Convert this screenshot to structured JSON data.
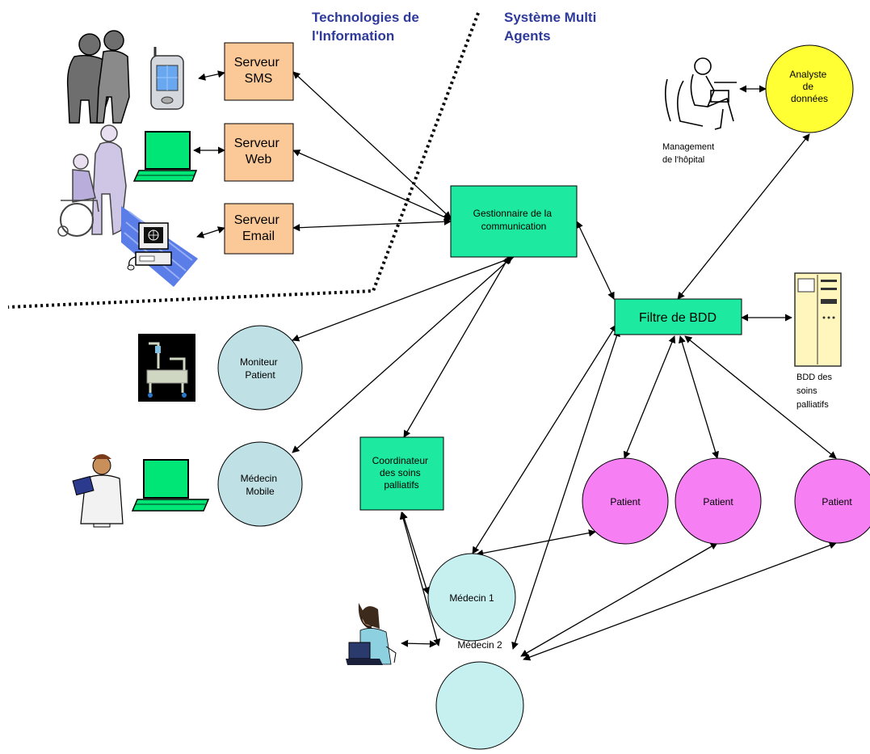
{
  "headings": {
    "left": [
      "Technologies de",
      "l'Information"
    ],
    "right": [
      "Système Multi",
      "Agents"
    ]
  },
  "servers": {
    "sms": [
      "Serveur",
      "SMS"
    ],
    "web": [
      "Serveur",
      "Web"
    ],
    "email": [
      "Serveur",
      "Email"
    ]
  },
  "agents": {
    "gestionnaire": [
      "Gestionnaire de la",
      "communication"
    ],
    "filtre": "Filtre de BDD",
    "analyste": [
      "Analyste",
      "de",
      "données"
    ],
    "moniteur": [
      "Moniteur",
      "Patient"
    ],
    "medecin_mobile": [
      "Médecin",
      "Mobile"
    ],
    "coordinateur": [
      "Coordinateur",
      "des soins",
      "palliatifs"
    ],
    "patient_1": "Patient",
    "patient_2": "Patient",
    "patient_3": "Patient",
    "medecin_1": "Médecin 1",
    "medecin_2": "Médecin 2"
  },
  "captions": {
    "management": [
      "Management",
      "de l'hôpital"
    ],
    "bdd": [
      "BDD des",
      "soins",
      "palliatifs"
    ]
  },
  "icons": {
    "elderly_couple": "elderly-couple-icon",
    "pda": "pda-phone-icon",
    "caregiver_wheelchair": "caregiver-wheelchair-icon",
    "laptop_web": "laptop-icon",
    "email_computer": "email-computer-icon",
    "manager": "manager-at-desk-icon",
    "database": "database-server-icon",
    "hospital_bed": "hospital-bed-icon",
    "doctor": "doctor-icon",
    "laptop_mobile": "laptop-icon",
    "user_at_computer": "woman-at-computer-icon"
  },
  "colors": {
    "server_fill": "#fbc898",
    "agent_box_fill": "#1de9a0",
    "analyst_fill": "#ffff33",
    "patient_fill": "#f67ff4",
    "doctor_node_fill": "#c6eff0",
    "moniteur_fill": "#bfe0e4",
    "heading_text": "#2e3a9a",
    "laptop_green": "#00e676"
  }
}
